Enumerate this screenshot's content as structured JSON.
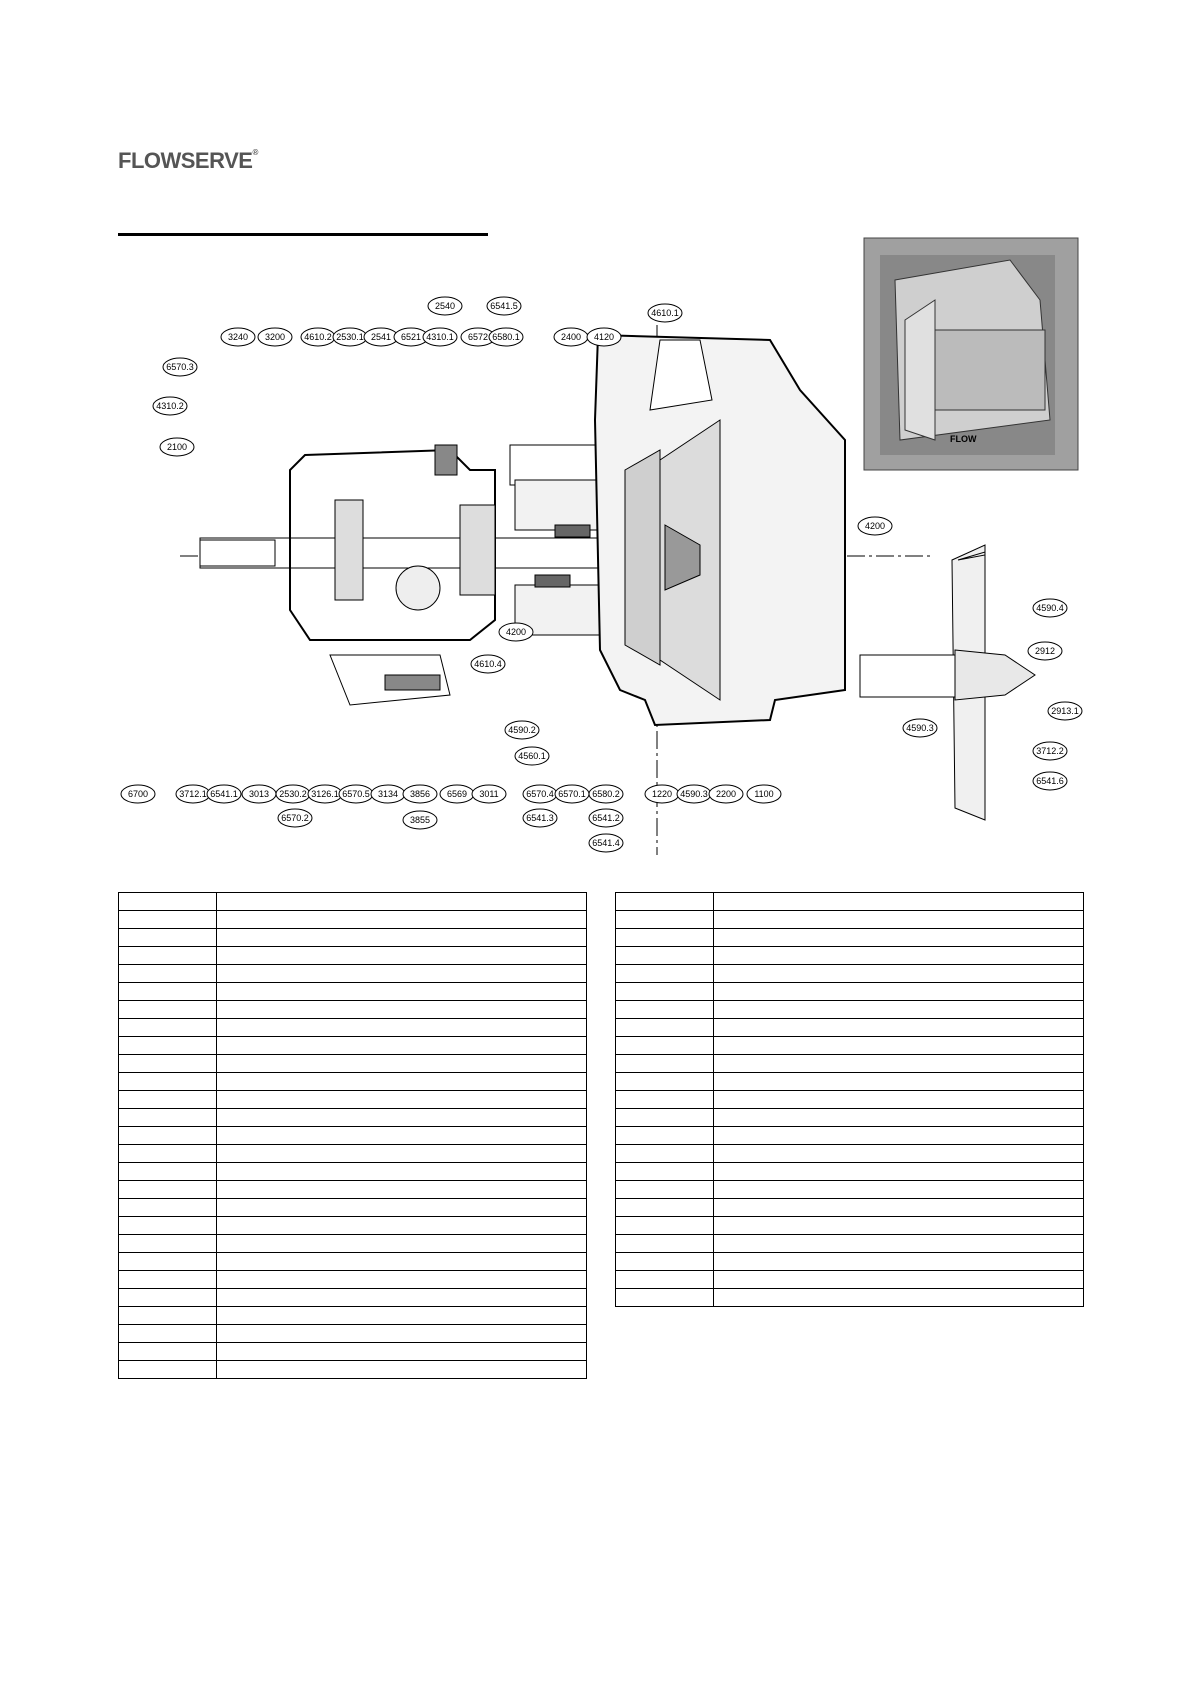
{
  "brand": {
    "logo_text": "FLOWSERVE",
    "logo_mark": "®"
  },
  "drawing": {
    "labels_top": [
      "3240",
      "3200",
      "4610.2",
      "2530.1",
      "2541",
      "6521",
      "2540",
      "4310.1",
      "6541.5",
      "6572",
      "6580.1",
      "2400",
      "4120",
      "4610.1"
    ],
    "labels_left": [
      "6570.3",
      "4310.2",
      "2100"
    ],
    "labels_bottom": [
      "6700",
      "3712.1",
      "6541.1",
      "3013",
      "2530.2",
      "3126.1",
      "6570.5",
      "3134",
      "3856",
      "6569",
      "3011",
      "6570.4",
      "6570.1",
      "6580.2",
      "1220",
      "4590.3",
      "2200",
      "1100"
    ],
    "labels_bottom_second_row": [
      "6570.2",
      "3855",
      "6541.3",
      "6541.2",
      "6541.4"
    ],
    "labels_middle": [
      "4200",
      "4200",
      "4610.4",
      "4590.2",
      "4560.1"
    ],
    "labels_detail": [
      "4590.4",
      "2912",
      "2913.1",
      "4590.3",
      "3712.2",
      "6541.6"
    ],
    "inset_flow_label": "FLOW"
  },
  "tables": {
    "left_rows": 27,
    "right_rows": 23
  }
}
